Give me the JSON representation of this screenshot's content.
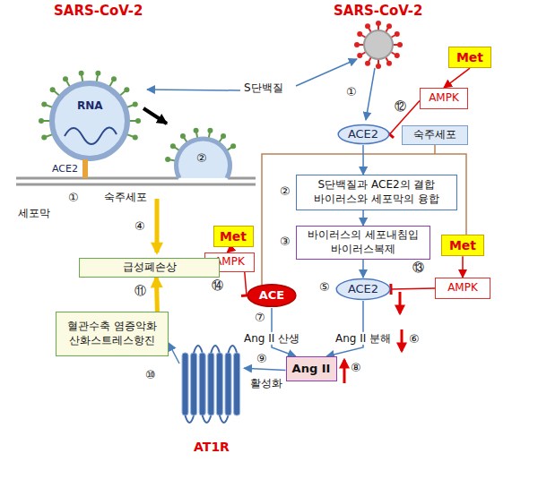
{
  "diagram": {
    "nodes": [
      {
        "text": [
          "Met"
        ]
      },
      {
        "text": [
          "AMPK"
        ]
      },
      {
        "text": [
          "ACE2"
        ]
      },
      {
        "text": [
          "숙주세포"
        ]
      },
      {
        "text": [
          "S단백질과 ACE2의 결합 바이러스와 세포막의 융합"
        ]
      },
      {
        "text": [
          "바이러스의 세포내침입 바이러스복제"
        ]
      },
      {
        "text": [
          "Met"
        ]
      },
      {
        "text": [
          "AMPK"
        ]
      },
      {
        "text": [
          "Met"
        ]
      },
      {
        "text": [
          "AMPK"
        ]
      },
      {
        "text": [
          "ACE"
        ]
      },
      {
        "text": [
          "ACE2"
        ]
      },
      {
        "text": [
          "Ang II"
        ]
      },
      {
        "text": [
          "AT1R"
        ]
      },
      {
        "text": [
          "급성폐손상"
        ]
      },
      {
        "text": [
          "혈관수축 염증악화 산화스트레스항진"
        ]
      }
    ],
    "edges": [
      {
        "from": 0,
        "to": 1,
        "arrow": "to"
      },
      {
        "from": 1,
        "to": 2,
        "arrow": "to"
      },
      {
        "from": 2,
        "to": 4,
        "arrow": "to"
      },
      {
        "from": 4,
        "to": 5,
        "arrow": "to"
      },
      {
        "from": 5,
        "to": 11,
        "arrow": "to"
      },
      {
        "from": 6,
        "to": 7,
        "arrow": "to"
      },
      {
        "from": 7,
        "to": 10,
        "arrow": "to"
      },
      {
        "from": 8,
        "to": 9,
        "arrow": "to"
      },
      {
        "from": 9,
        "to": 11,
        "arrow": "to"
      },
      {
        "from": 10,
        "to": 12,
        "label": "Ang II 산생",
        "arrow": "to"
      },
      {
        "from": 11,
        "to": 12,
        "label": "Ang II 분해",
        "arrow": "to"
      },
      {
        "from": 12,
        "to": 13,
        "label": "활성화",
        "arrow": "to"
      },
      {
        "from": 13,
        "to": 15,
        "arrow": "to"
      },
      {
        "from": 15,
        "to": 14,
        "arrow": "to"
      }
    ],
    "labels": [
      "SARS-CoV-2",
      "RNA",
      "ACE2",
      "①",
      "②",
      "숙주세포",
      "세포막",
      "④",
      "⑪",
      "S단백질",
      "SARS-CoV-2",
      "①",
      "⑫",
      "②",
      "③",
      "⑤",
      "⑬",
      "⑭",
      "⑦",
      "⑥",
      "⑧",
      "⑨",
      "⑩"
    ]
  }
}
